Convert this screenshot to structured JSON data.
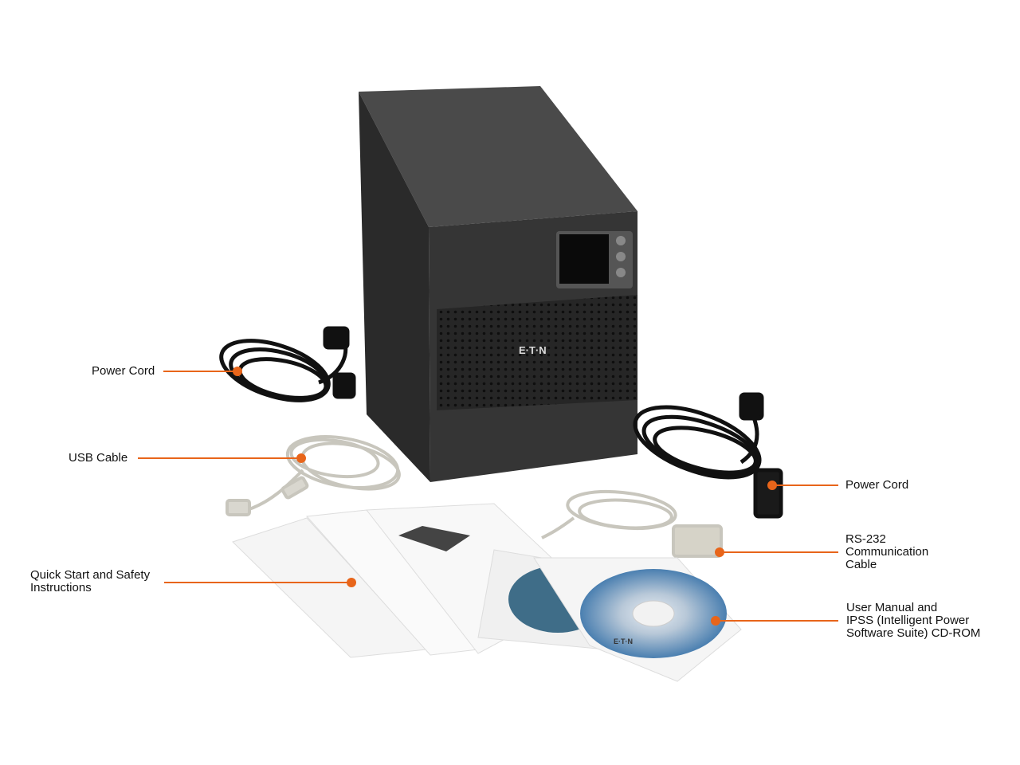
{
  "brand": {
    "logo_text": "E·T·N",
    "logo_color": "#dcdcdc",
    "disc_logo_text": "E·T·N"
  },
  "colors": {
    "accent": "#e8651a",
    "ups_body": "#3a3a3a",
    "ups_face": "#2b2b2b"
  },
  "callouts": [
    {
      "id": "power-cord-left",
      "text": "Power Cord"
    },
    {
      "id": "usb-cable",
      "text": "USB Cable"
    },
    {
      "id": "quick-start",
      "text": "Quick Start and Safety\nInstructions"
    },
    {
      "id": "power-cord-right",
      "text": "Power Cord"
    },
    {
      "id": "rs232",
      "text": "RS-232\nCommunication\nCable"
    },
    {
      "id": "user-manual-cd",
      "text": "User Manual and\nIPSS (Intelligent Power\nSoftware Suite) CD-ROM"
    }
  ]
}
